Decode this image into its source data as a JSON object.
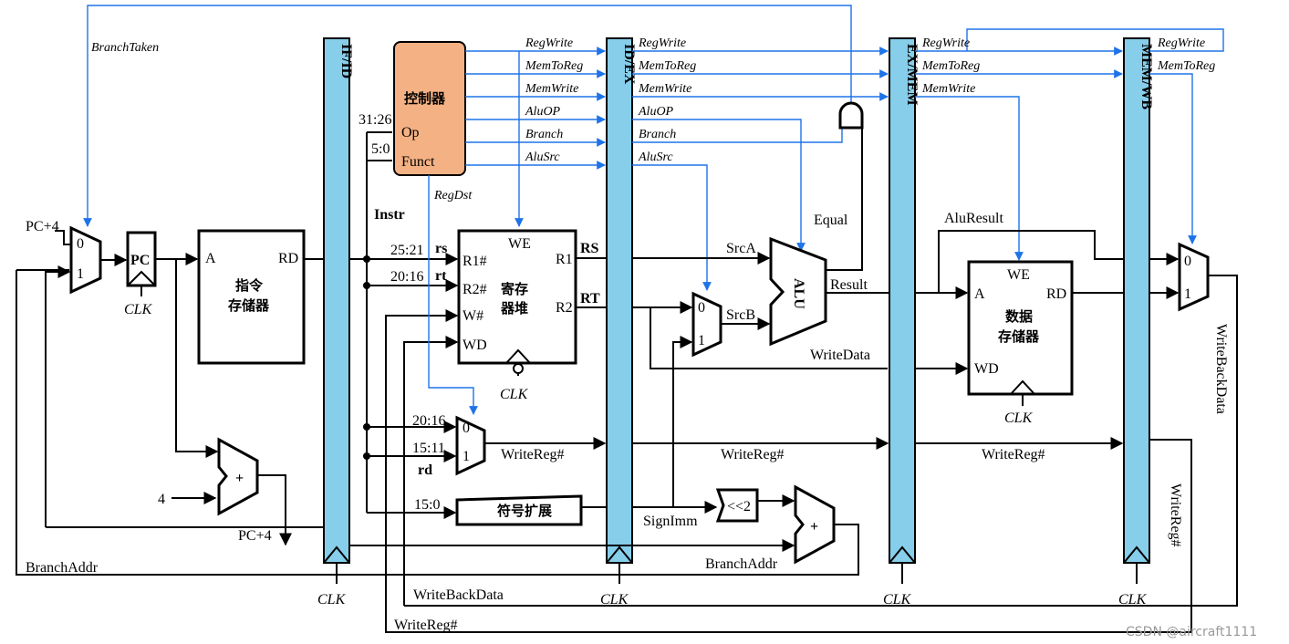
{
  "pipeline_registers": [
    "IF/ID",
    "ID/EX",
    "EX/MEM",
    "MEM/WB"
  ],
  "components": {
    "pc": "PC",
    "instr_mem": [
      "指令",
      "存储器"
    ],
    "instr_mem_ports": {
      "a": "A",
      "rd": "RD"
    },
    "controller": "控制器",
    "controller_ports": {
      "op": "Op",
      "funct": "Funct"
    },
    "regfile": [
      "寄存",
      "器堆"
    ],
    "regfile_ports": {
      "we": "WE",
      "r1": "R1#",
      "r2": "R2#",
      "w": "W#",
      "wd": "WD",
      "out1": "R1",
      "out2": "R2",
      "rs_out": "RS",
      "rt_out": "RT"
    },
    "alu": "ALU",
    "sign_ext": "符号扩展",
    "shift": "<<2",
    "data_mem": [
      "数据",
      "存储器"
    ],
    "data_mem_ports": {
      "we": "WE",
      "a": "A",
      "rd": "RD",
      "wd": "WD"
    },
    "adder": "+",
    "mux_in0": "0",
    "mux_in1": "1"
  },
  "clock": "CLK",
  "signals": {
    "branch_taken": "BranchTaken",
    "pc_plus4": "PC+4",
    "four": "4",
    "branch_addr": "BranchAddr",
    "instr": "Instr",
    "bits_31_26": "31:26",
    "bits_5_0": "5:0",
    "bits_25_21": "25:21",
    "bits_20_16": "20:16",
    "bits_15_11": "15:11",
    "bits_15_0": "15:0",
    "rs": "rs",
    "rt": "rt",
    "rd": "rd",
    "reg_dst": "RegDst",
    "write_reg": "WriteReg#",
    "write_back_data": "WriteBackData",
    "sign_imm": "SignImm",
    "src_a": "SrcA",
    "src_b": "SrcB",
    "equal": "Equal",
    "result": "Result",
    "write_data": "WriteData",
    "alu_result": "AluResult"
  },
  "control_signals": [
    "RegWrite",
    "MemToReg",
    "MemWrite",
    "AluOP",
    "Branch",
    "AluSrc"
  ],
  "watermark": "CSDN @aircraft1111",
  "colors": {
    "register_fill": "#87ceeb",
    "controller_fill": "#f4b183",
    "control_line": "#1e73e8"
  }
}
